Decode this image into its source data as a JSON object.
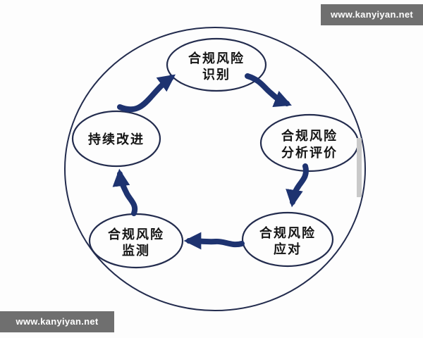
{
  "watermark": {
    "top_right_text": "www.kanyiyan.net",
    "bottom_left_text": "www.kanyiyan.net",
    "bar_color": "#6f6f6f",
    "text_color": "#ffffff"
  },
  "diagram": {
    "type": "cycle",
    "subject": "compliance risk management loop",
    "direction": "clockwise",
    "outer_boundary": "circle",
    "colors": {
      "arrow": "#1e3370",
      "outline": "#232c4e",
      "label": "#141414",
      "background": "#fdfdfd"
    },
    "nodes": [
      {
        "id": "identify",
        "position": "top",
        "label": "合规风险识别",
        "line1": "合规风险",
        "line2": "识别"
      },
      {
        "id": "analyze",
        "position": "right",
        "label": "合规风险分析评价",
        "line1": "合规风险",
        "line2": "分析评价"
      },
      {
        "id": "respond",
        "position": "bottom-right",
        "label": "合规风险应对",
        "line1": "合规风险",
        "line2": "应对"
      },
      {
        "id": "monitor",
        "position": "bottom-left",
        "label": "合规风险监测",
        "line1": "合规风险",
        "line2": "监测"
      },
      {
        "id": "improve",
        "position": "left",
        "label": "持续改进",
        "line1": "持续改进",
        "line2": ""
      }
    ],
    "edges": [
      {
        "from": "持续改进",
        "to": "合规风险识别"
      },
      {
        "from": "合规风险识别",
        "to": "合规风险分析评价"
      },
      {
        "from": "合规风险分析评价",
        "to": "合规风险应对"
      },
      {
        "from": "合规风险应对",
        "to": "合规风险监测"
      },
      {
        "from": "合规风险监测",
        "to": "持续改进"
      }
    ]
  }
}
